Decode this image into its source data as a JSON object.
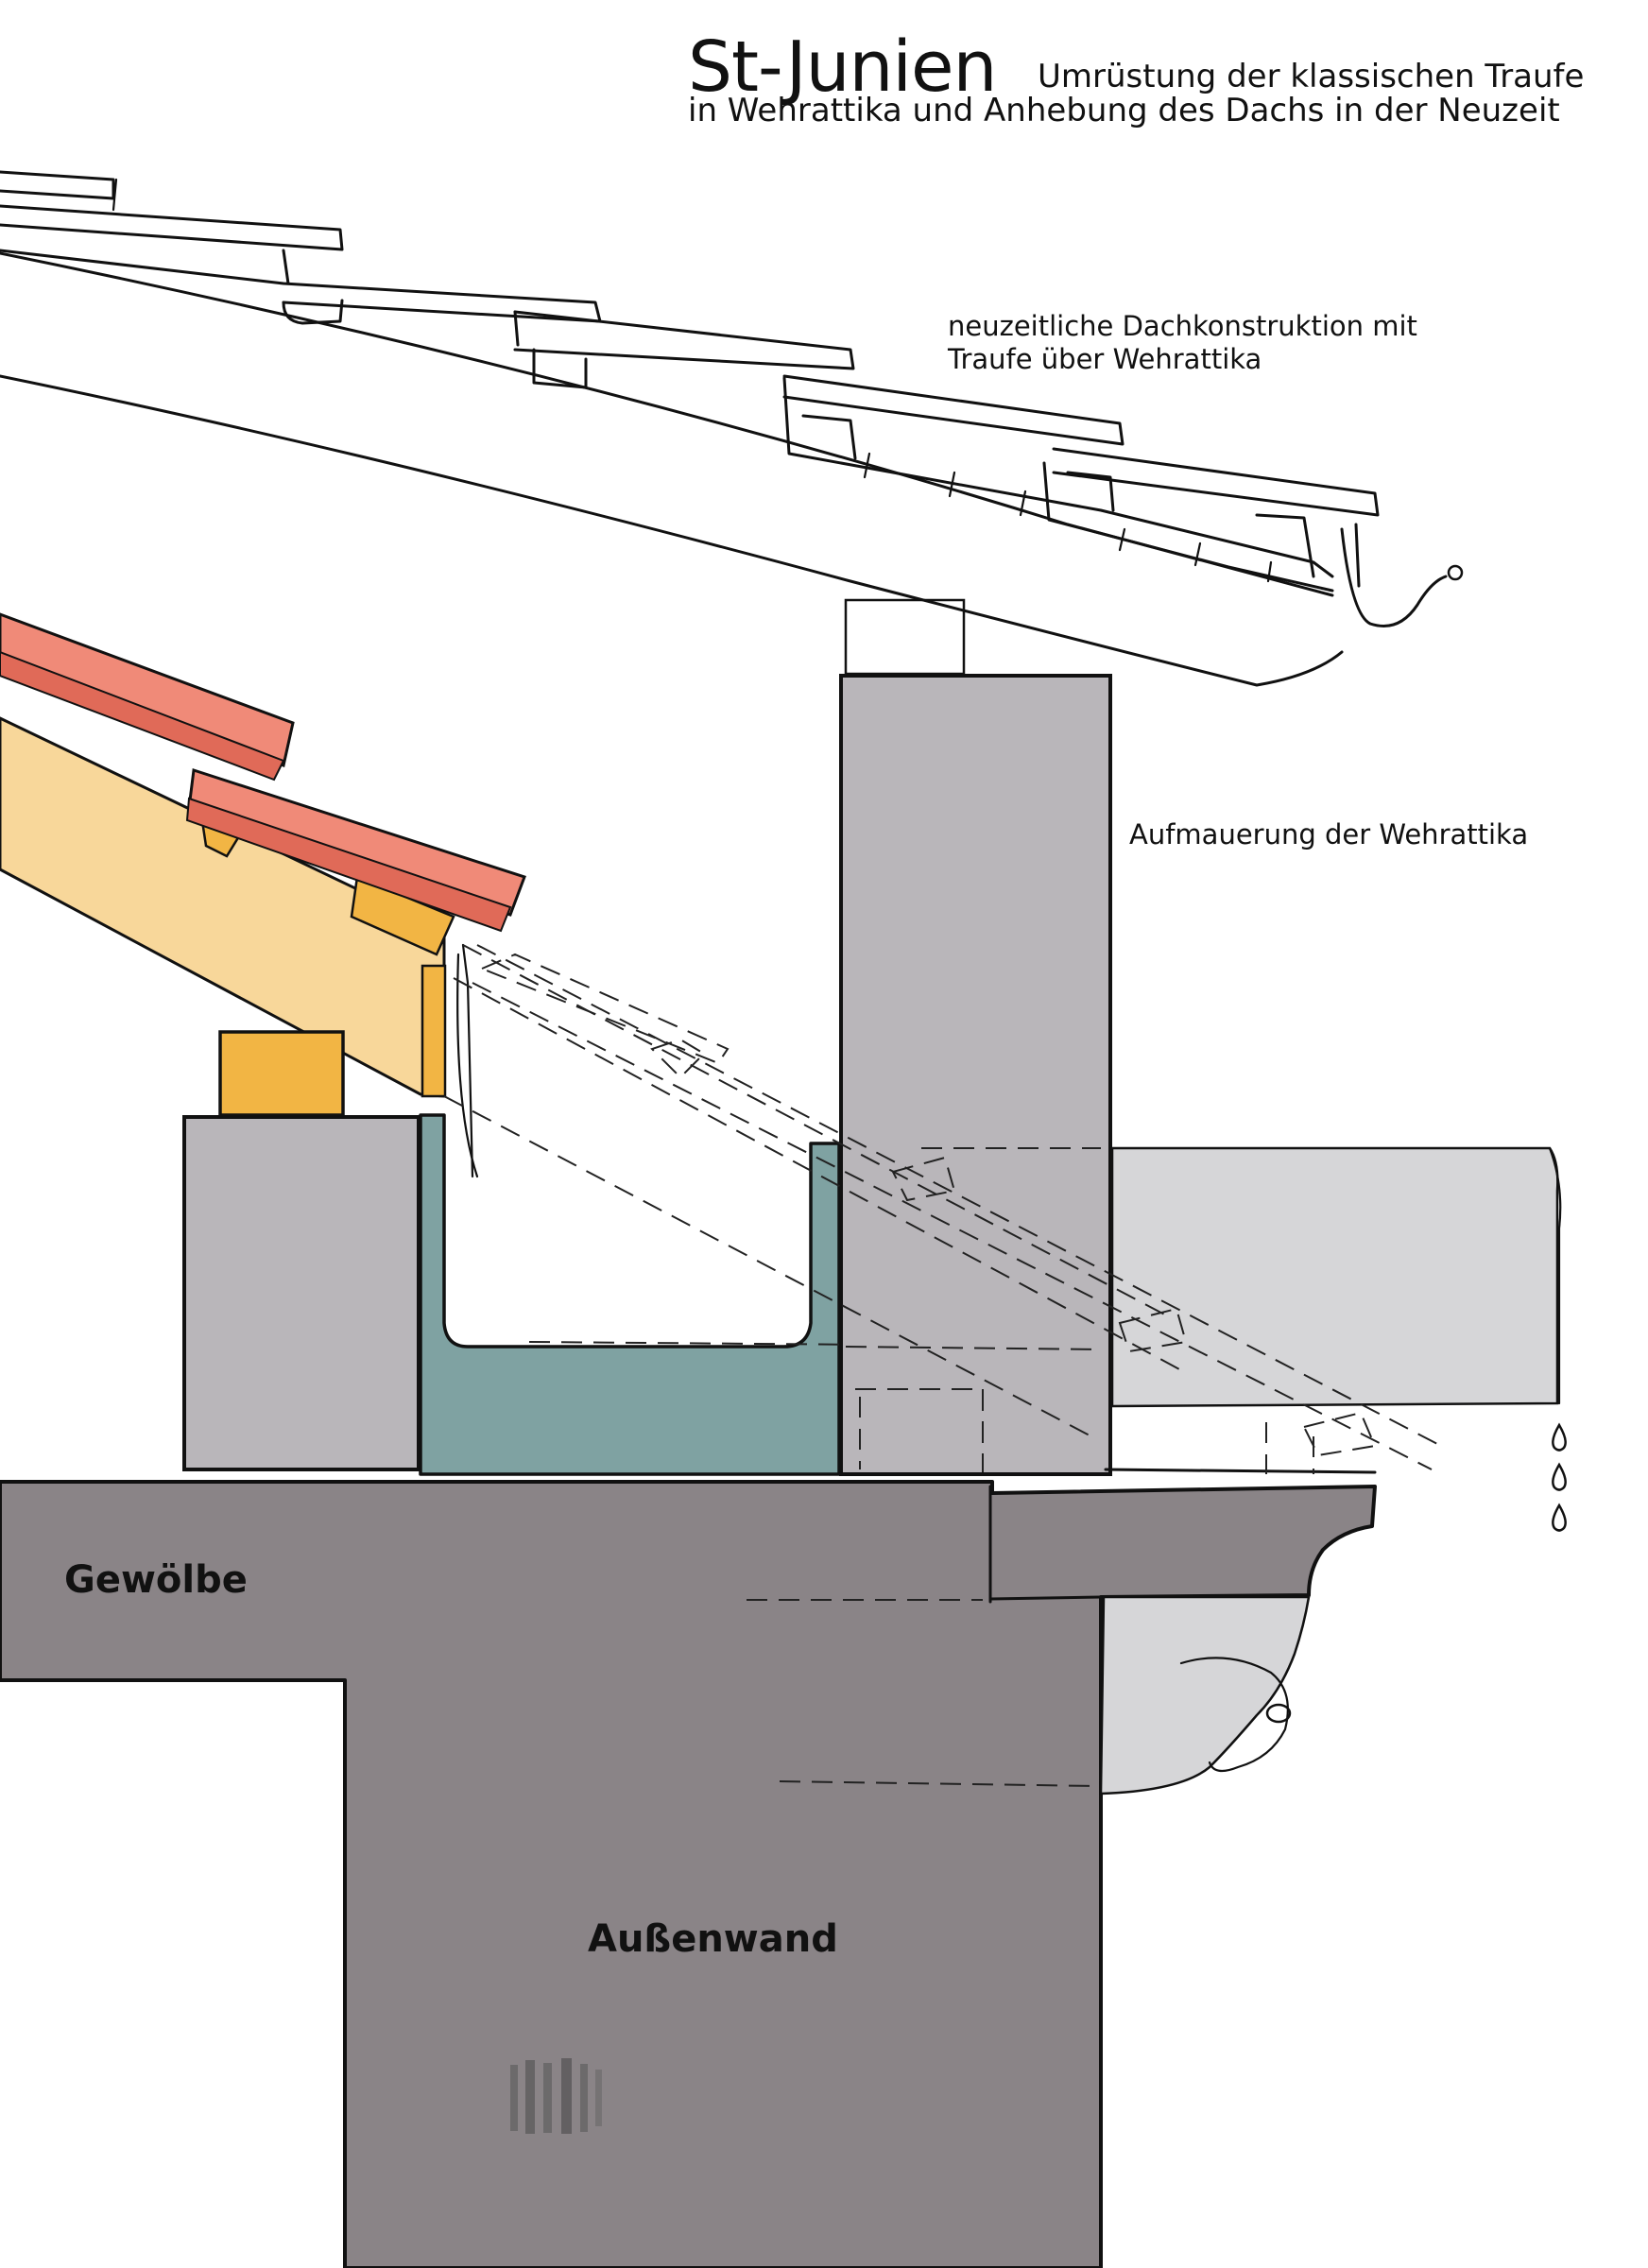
{
  "title": {
    "main": "St-Junien",
    "line1": "Umrüstung der klassischen Traufe",
    "line2": "in Wehrattika und Anhebung des Dachs in der Neuzeit"
  },
  "annotations": {
    "modern_roof_line1": "neuzeitliche Dachkonstruktion mit",
    "modern_roof_line2": "Traufe über Wehrattika",
    "parapet": "Aufmauerung der Wehrattika",
    "vault": "Gewölbe",
    "outer_wall": "Außenwand"
  },
  "colors": {
    "roof_tile_red": "#f08a78",
    "roof_tile_dark": "#e06a58",
    "rafter_wood": "#f8d79a",
    "timber_block": "#f2b544",
    "masonry_grey": "#b9b6ba",
    "gutter_teal": "#7fa2a2",
    "wall_dark": "#8a8487",
    "corbel_light": "#d6d6d8",
    "line": "#111111"
  }
}
